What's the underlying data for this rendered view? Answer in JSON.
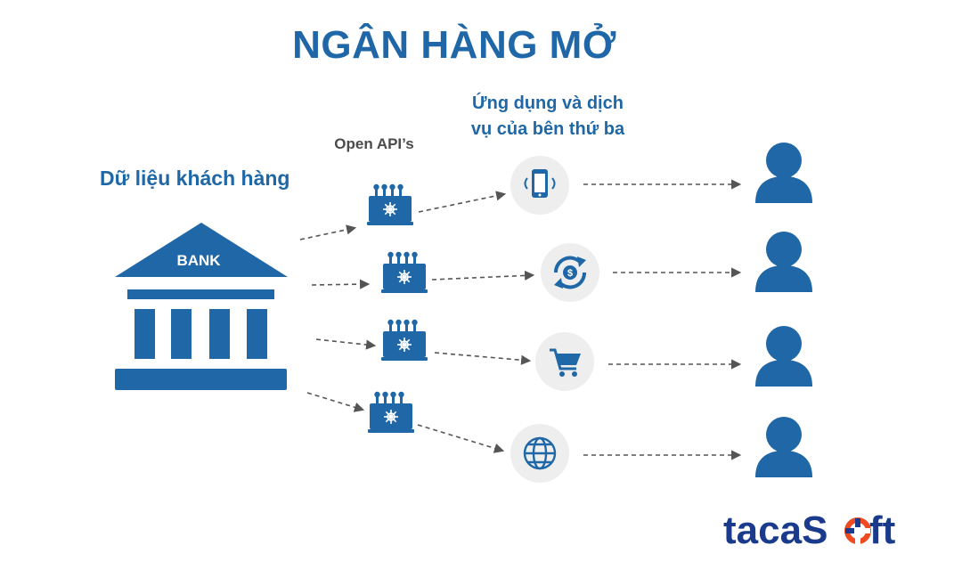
{
  "title": "NGÂN HÀNG MỞ",
  "customer_data_label": "Dữ liệu khách hàng",
  "open_api_label": "Open API’s",
  "third_party_label_line1": "Ứng dụng và dịch",
  "third_party_label_line2": "vụ của bên thứ ba",
  "bank": {
    "label": "BANK"
  },
  "services": [
    {
      "icon": "smartphone-icon"
    },
    {
      "icon": "currency-exchange-icon"
    },
    {
      "icon": "shopping-cart-icon"
    },
    {
      "icon": "globe-icon"
    }
  ],
  "logo": {
    "text_part1": "taca",
    "text_part2": "S",
    "text_part3": "ft"
  },
  "colors": {
    "primary": "#1f67a6",
    "arrow": "#555555",
    "circle_bg": "#eeeeee",
    "logo_accent": "#ef4b23"
  }
}
